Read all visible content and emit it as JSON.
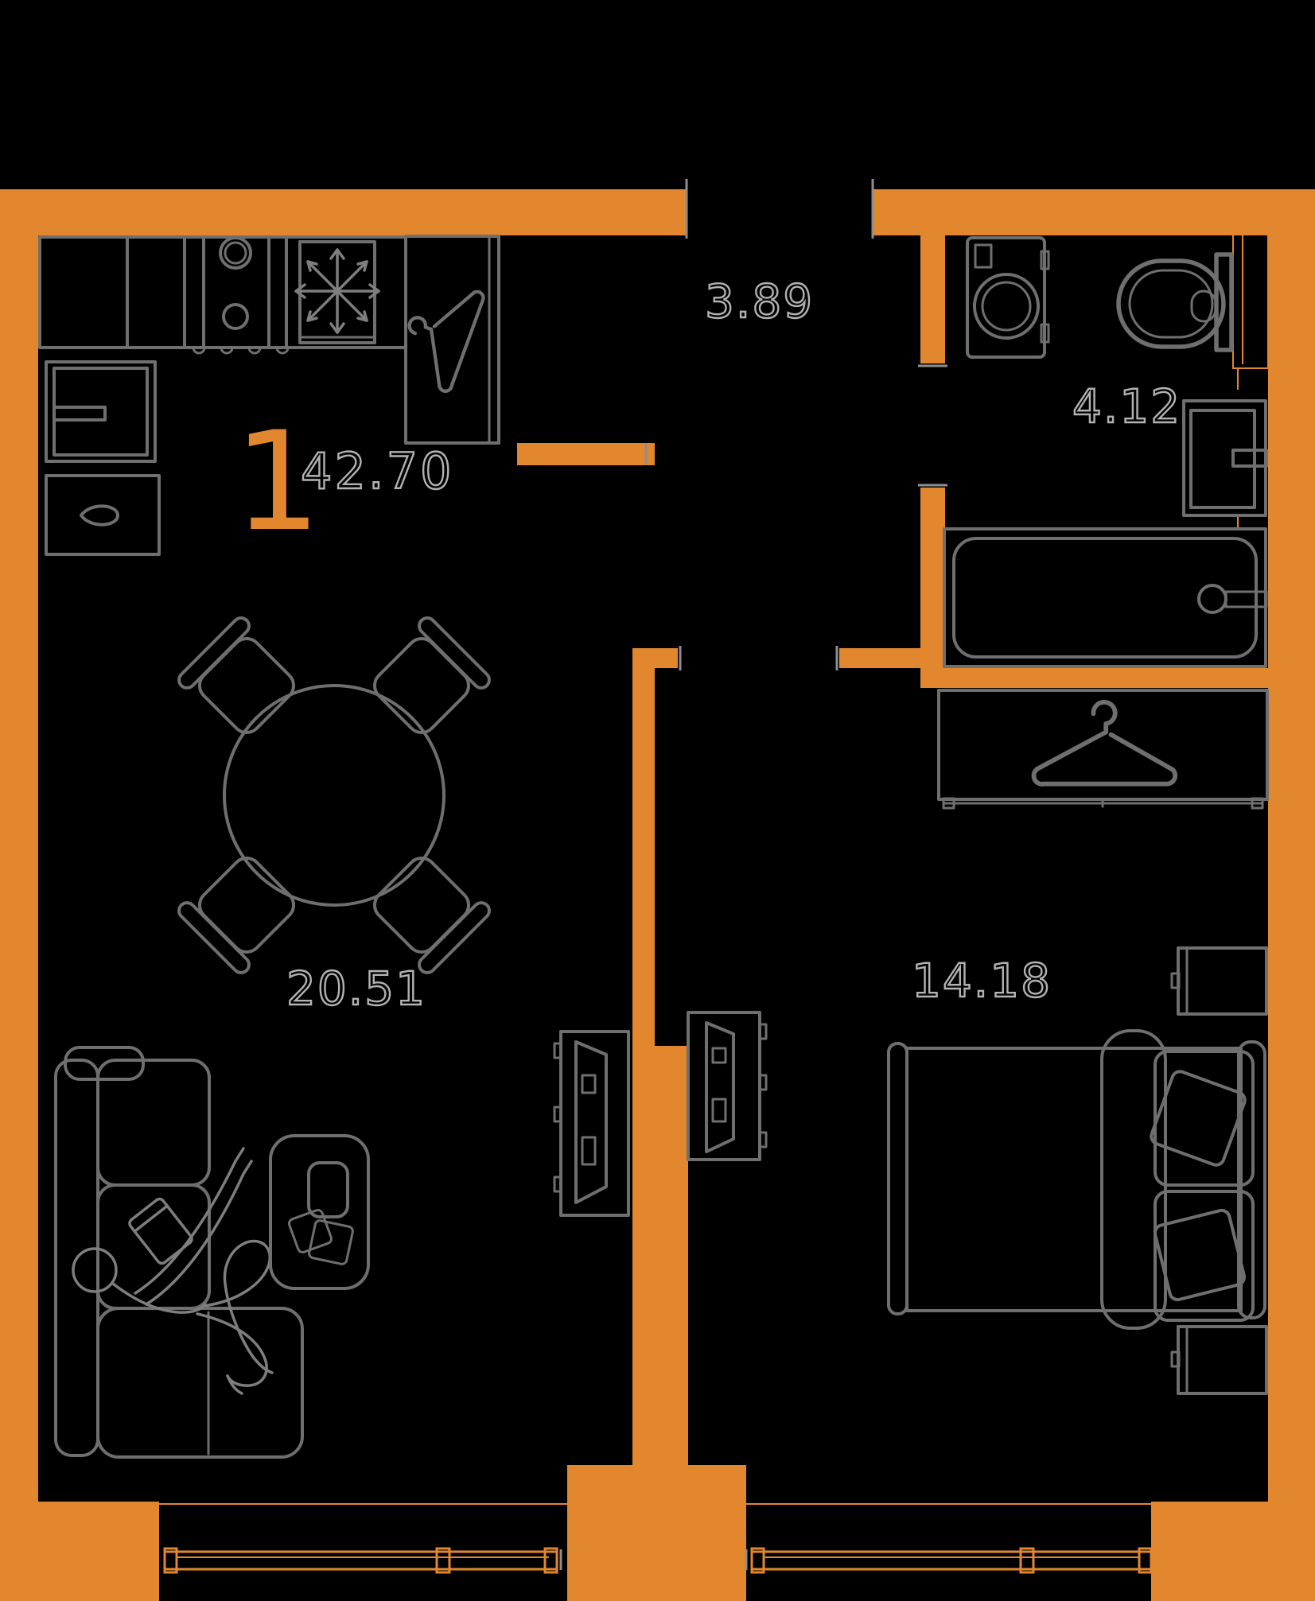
{
  "meta": {
    "title": "Apartment floor plan"
  },
  "unit": {
    "rooms_count": "1",
    "total_area": "42.70"
  },
  "rooms": [
    {
      "id": "hallway",
      "area": "3.89"
    },
    {
      "id": "bathroom",
      "area": "4.12"
    },
    {
      "id": "living_kitchen",
      "area": "20.51"
    },
    {
      "id": "bedroom",
      "area": "14.18"
    }
  ],
  "colors": {
    "background": "#000000",
    "wall": "#E3872E",
    "furniture_line": "#6F6F6F",
    "furniture_line_light": "#7E7E7E",
    "jamb_line": "#8E8E8E",
    "label_outline": "#B2B2B2",
    "accent_text": "#E3872E"
  },
  "icons": {
    "fridge": "snowflake-icon",
    "hall_closet": "hanger-icon",
    "bedroom_wardrobe": "hanger-icon",
    "kitchen_sink": "water-drop-icon"
  }
}
